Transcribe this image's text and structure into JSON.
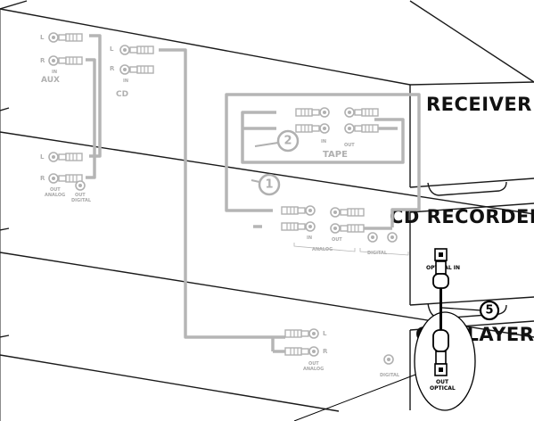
{
  "devices": {
    "receiver": "RECEIVER",
    "recorder": "CD RECORDER",
    "player": "CD PLAYER"
  },
  "aux_panel": {
    "left_channel": "L",
    "right_channel": "R",
    "in_label": "IN",
    "aux_label": "AUX",
    "cd_label": "CD",
    "analog_out_label": "OUT",
    "analog_label": "ANALOG",
    "digital_out_label": "OUT",
    "digital_label": "DIGITAL"
  },
  "tape_panel": {
    "in_label": "IN",
    "out_label": "OUT",
    "tape_label": "TAPE"
  },
  "recorder_panel": {
    "in_label": "IN",
    "out_label": "OUT",
    "analog_label": "ANALOG",
    "digital_label": "DIGITAL",
    "optical_in_label": "OPTICAL IN"
  },
  "player_panel": {
    "left_channel": "L",
    "right_channel": "R",
    "out_label": "OUT",
    "analog_label": "ANALOG",
    "digital_label": "DIGITAL",
    "optical_out_top": "OUT",
    "optical_out_bottom": "OPTICAL"
  },
  "steps": {
    "step1": "1",
    "step2": "2",
    "step5": "5"
  },
  "colors": {
    "cable_gray": "#b5b5b5",
    "outline": "#1a1a1a",
    "optical_cable": "#000000"
  }
}
